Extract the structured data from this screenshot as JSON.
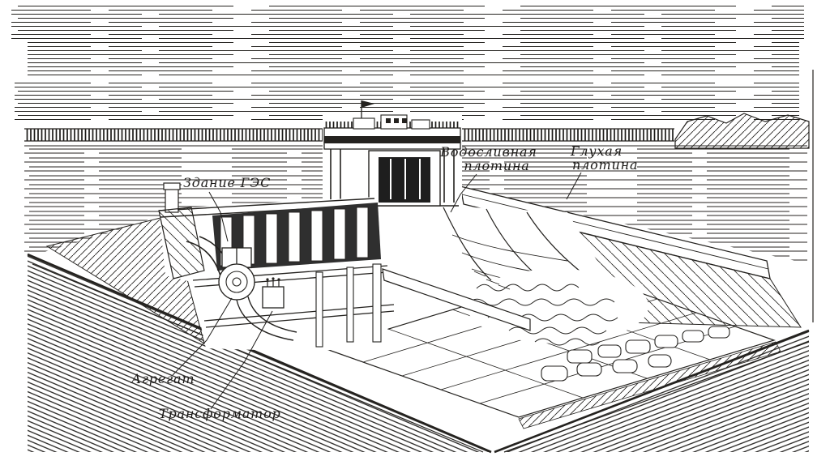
{
  "illustration": {
    "type": "engraved cutaway diagram of a hydroelectric power station",
    "labels": {
      "building": "Здание ГЭС",
      "spillway_dam_line1": "Водосливная",
      "spillway_dam_line2": "плотина",
      "solid_dam_line1": "Глухая",
      "solid_dam_line2": "плотина",
      "unit": "Агрегат",
      "transformer": "Трансформатор"
    },
    "colors": {
      "ink": "#1c1a18",
      "paper": "#ffffff"
    }
  }
}
